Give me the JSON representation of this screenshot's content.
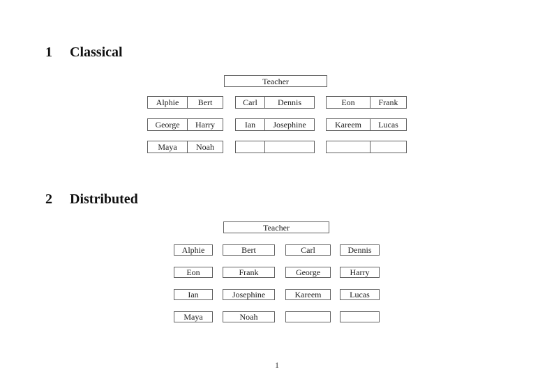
{
  "page": {
    "page_number": "1"
  },
  "sections": [
    {
      "number": "1",
      "title": "Classical",
      "teacher_label": "Teacher",
      "rows": [
        [
          [
            "Alphie",
            "Bert"
          ],
          [
            "Carl",
            "Dennis"
          ],
          [
            "Eon",
            "Frank"
          ]
        ],
        [
          [
            "George",
            "Harry"
          ],
          [
            "Ian",
            "Josephine"
          ],
          [
            "Kareem",
            "Lucas"
          ]
        ],
        [
          [
            "Maya",
            "Noah"
          ],
          [
            "",
            ""
          ],
          [
            "",
            ""
          ]
        ]
      ]
    },
    {
      "number": "2",
      "title": "Distributed",
      "teacher_label": "Teacher",
      "rows": [
        [
          "Alphie",
          "Bert",
          "Carl",
          "Dennis"
        ],
        [
          "Eon",
          "Frank",
          "George",
          "Harry"
        ],
        [
          "Ian",
          "Josephine",
          "Kareem",
          "Lucas"
        ],
        [
          "Maya",
          "Noah",
          "",
          ""
        ]
      ]
    }
  ]
}
